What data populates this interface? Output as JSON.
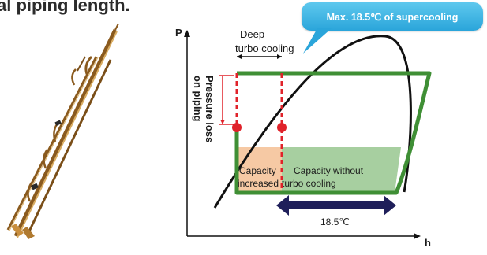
{
  "heading": "al piping length.",
  "callout": "Max. 18.5℃ of supercooling",
  "axes": {
    "y_label": "P",
    "x_label": "h"
  },
  "labels": {
    "deep_turbo_line1": "Deep",
    "deep_turbo_line2": "turbo cooling",
    "pressure_loss_line1": "Pressure loss",
    "pressure_loss_line2": "on piping",
    "capacity_increased_line1": "Capacity",
    "capacity_increased_line2": "increased",
    "capacity_without_line1": "Capacity without",
    "capacity_without_line2": "turbo cooling",
    "delta": "18.5℃"
  },
  "colors": {
    "cycle": "#3f8f35",
    "dashed": "#e0222a",
    "arrow": "#1f1f5a",
    "increased_fill": "#f6c9a4",
    "without_fill": "#a7cfa0",
    "callout": "#3fb3e5"
  }
}
